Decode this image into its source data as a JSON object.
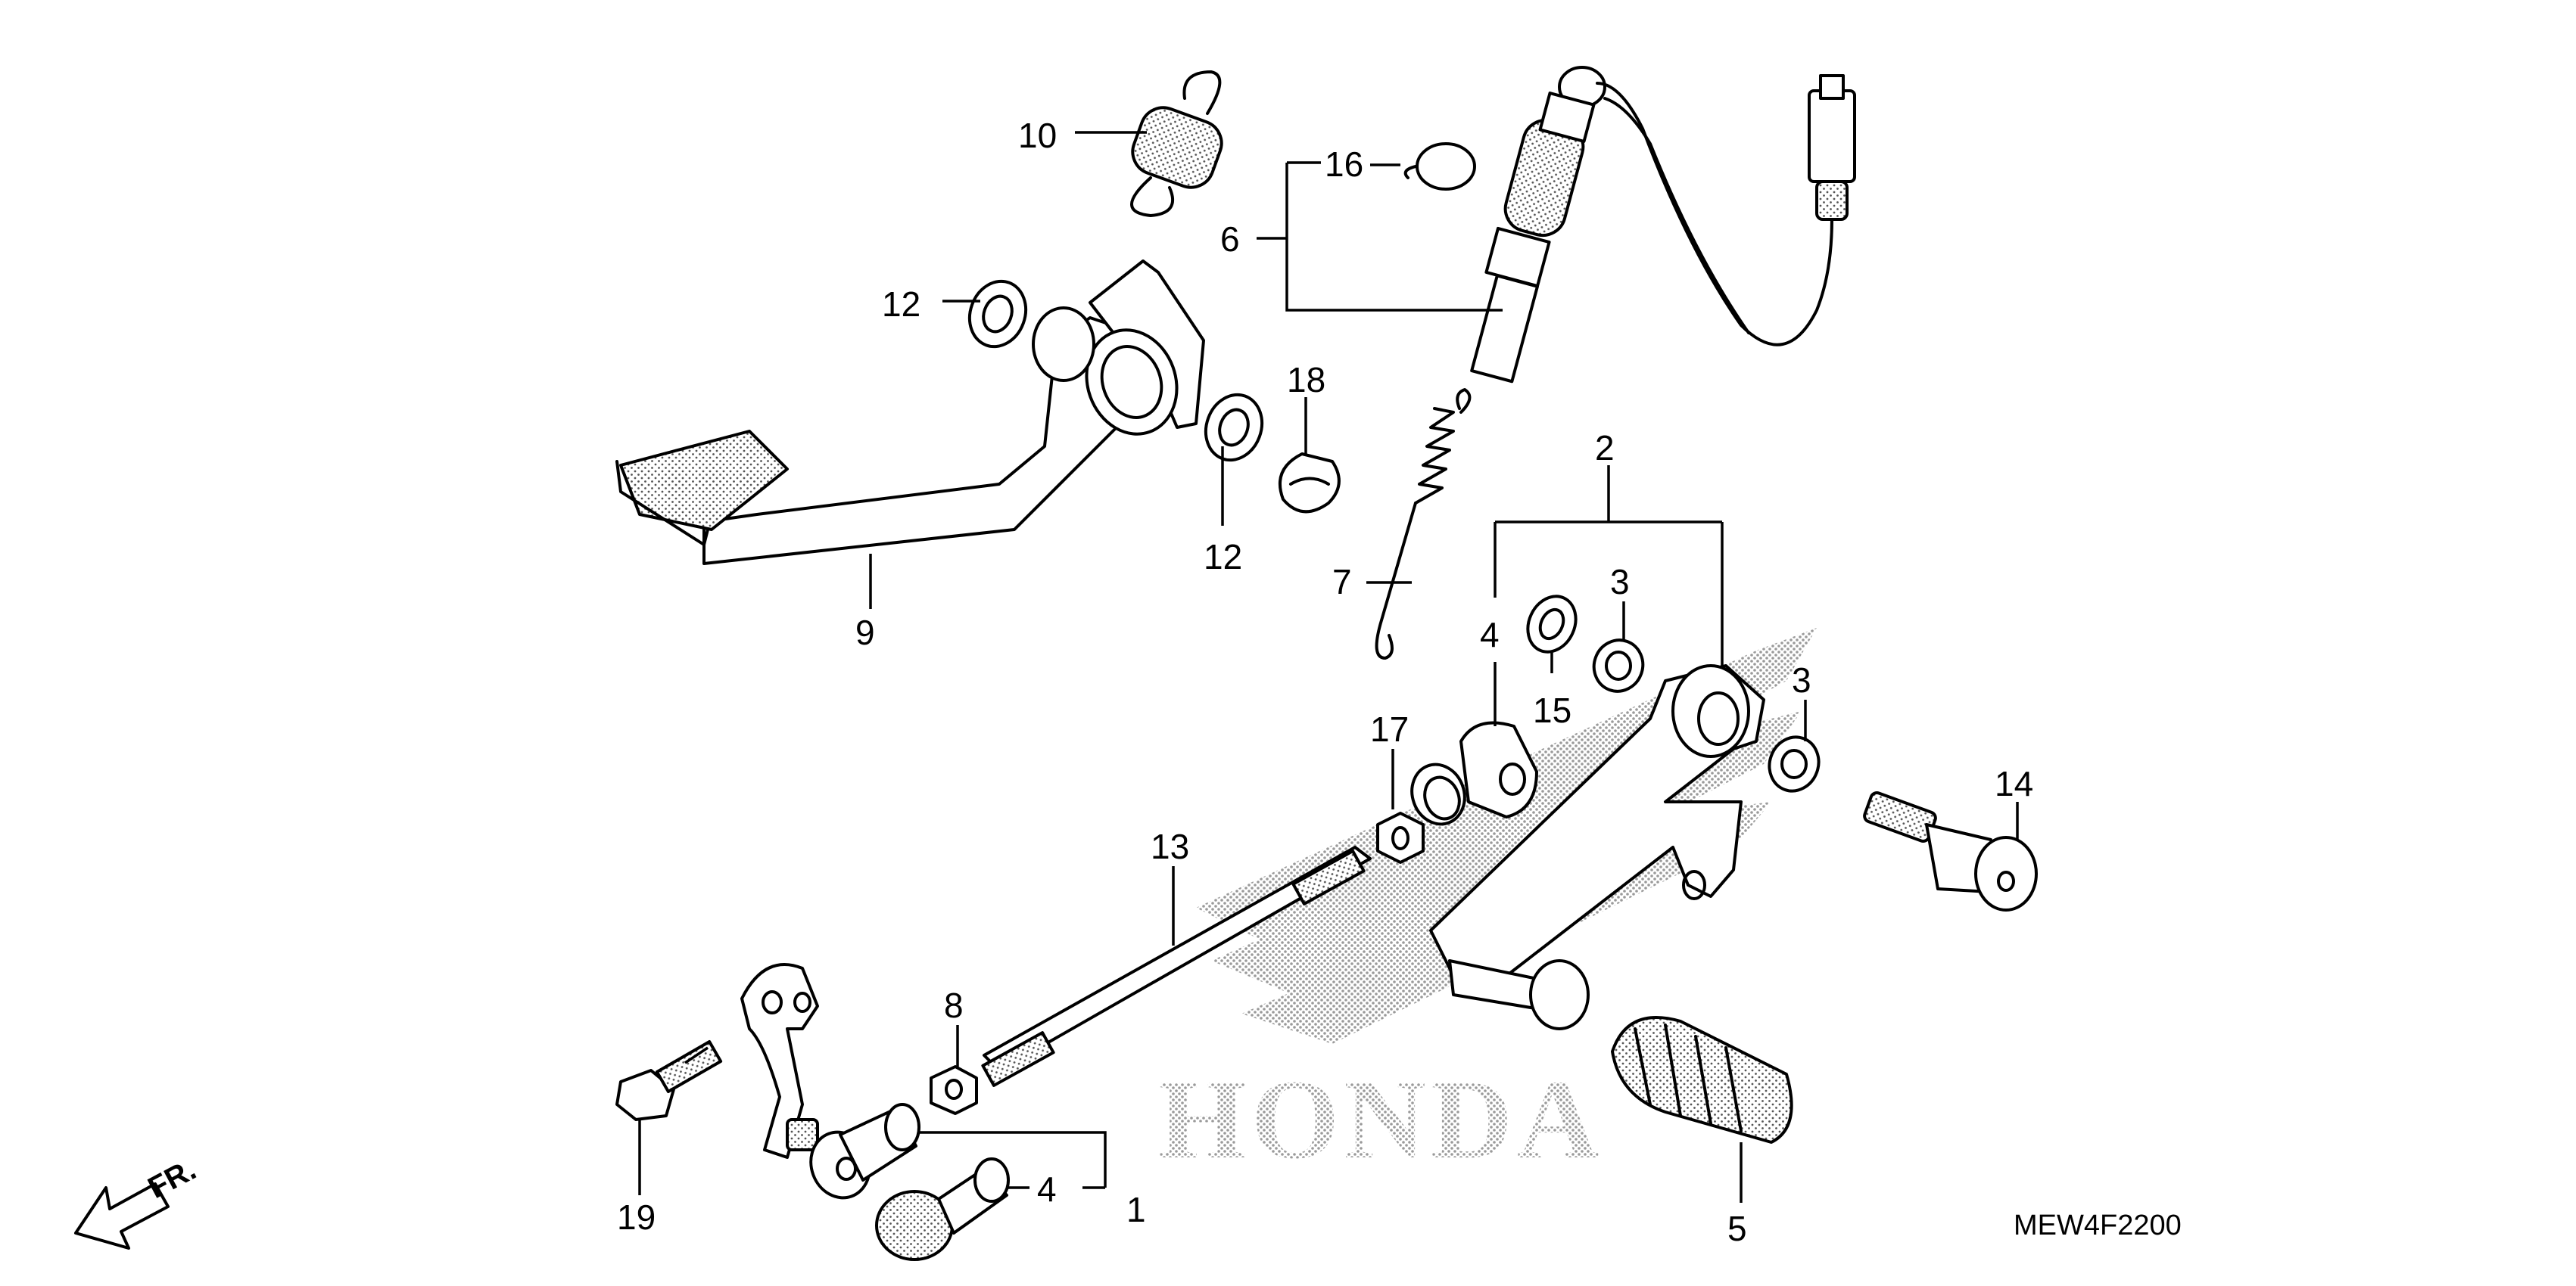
{
  "diagram": {
    "code": "MEW4F2200",
    "direction_label": "FR.",
    "watermark": "HONDA",
    "callouts": {
      "c1": "1",
      "c2": "2",
      "c3a": "3",
      "c3b": "3",
      "c4a": "4",
      "c4b": "4",
      "c5": "5",
      "c6": "6",
      "c7": "7",
      "c8": "8",
      "c9": "9",
      "c10": "10",
      "c12a": "12",
      "c12b": "12",
      "c13": "13",
      "c14": "14",
      "c15": "15",
      "c16": "16",
      "c17": "17",
      "c18": "18",
      "c19": "19"
    }
  }
}
